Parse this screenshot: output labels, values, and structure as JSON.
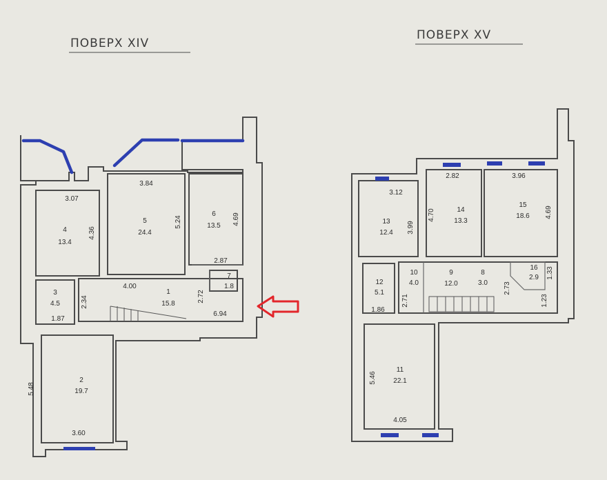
{
  "floors": [
    {
      "id": "xiv",
      "title": "ПОВЕРХ  XIV",
      "rooms": [
        {
          "number": "1",
          "area": "15.8"
        },
        {
          "number": "2",
          "area": "19.7"
        },
        {
          "number": "3",
          "area": "4.5"
        },
        {
          "number": "4",
          "area": "13.4"
        },
        {
          "number": "5",
          "area": "24.4"
        },
        {
          "number": "6",
          "area": "13.5"
        },
        {
          "number": "7",
          "area": "1.8"
        }
      ],
      "dimensions": [
        "3.07",
        "3.84",
        "4.36",
        "5.24",
        "4.69",
        "2.87",
        "4.00",
        "2.72",
        "2.34",
        "1.87",
        "6.94",
        "5.48",
        "3.60"
      ]
    },
    {
      "id": "xv",
      "title": "ПОВЕРХ  XV",
      "rooms": [
        {
          "number": "8",
          "area": "3.0"
        },
        {
          "number": "9",
          "area": "12.0"
        },
        {
          "number": "10",
          "area": "4.0"
        },
        {
          "number": "11",
          "area": "22.1"
        },
        {
          "number": "12",
          "area": "5.1"
        },
        {
          "number": "13",
          "area": "12.4"
        },
        {
          "number": "14",
          "area": "13.3"
        },
        {
          "number": "15",
          "area": "18.6"
        },
        {
          "number": "16",
          "area": "2.9"
        }
      ],
      "dimensions": [
        "3.12",
        "2.82",
        "3.96",
        "3.99",
        "4.70",
        "4.69",
        "2.71",
        "2.73",
        "1.33",
        "1.23",
        "1.86",
        "5.46",
        "4.05"
      ]
    }
  ],
  "colors": {
    "marker_blue": "#2d3fb0",
    "arrow_red": "#e2262b",
    "paper": "#e9e8e2",
    "line": "#4a4a4a"
  },
  "annotations": {
    "entrance_marker": "arrow-left-icon"
  }
}
